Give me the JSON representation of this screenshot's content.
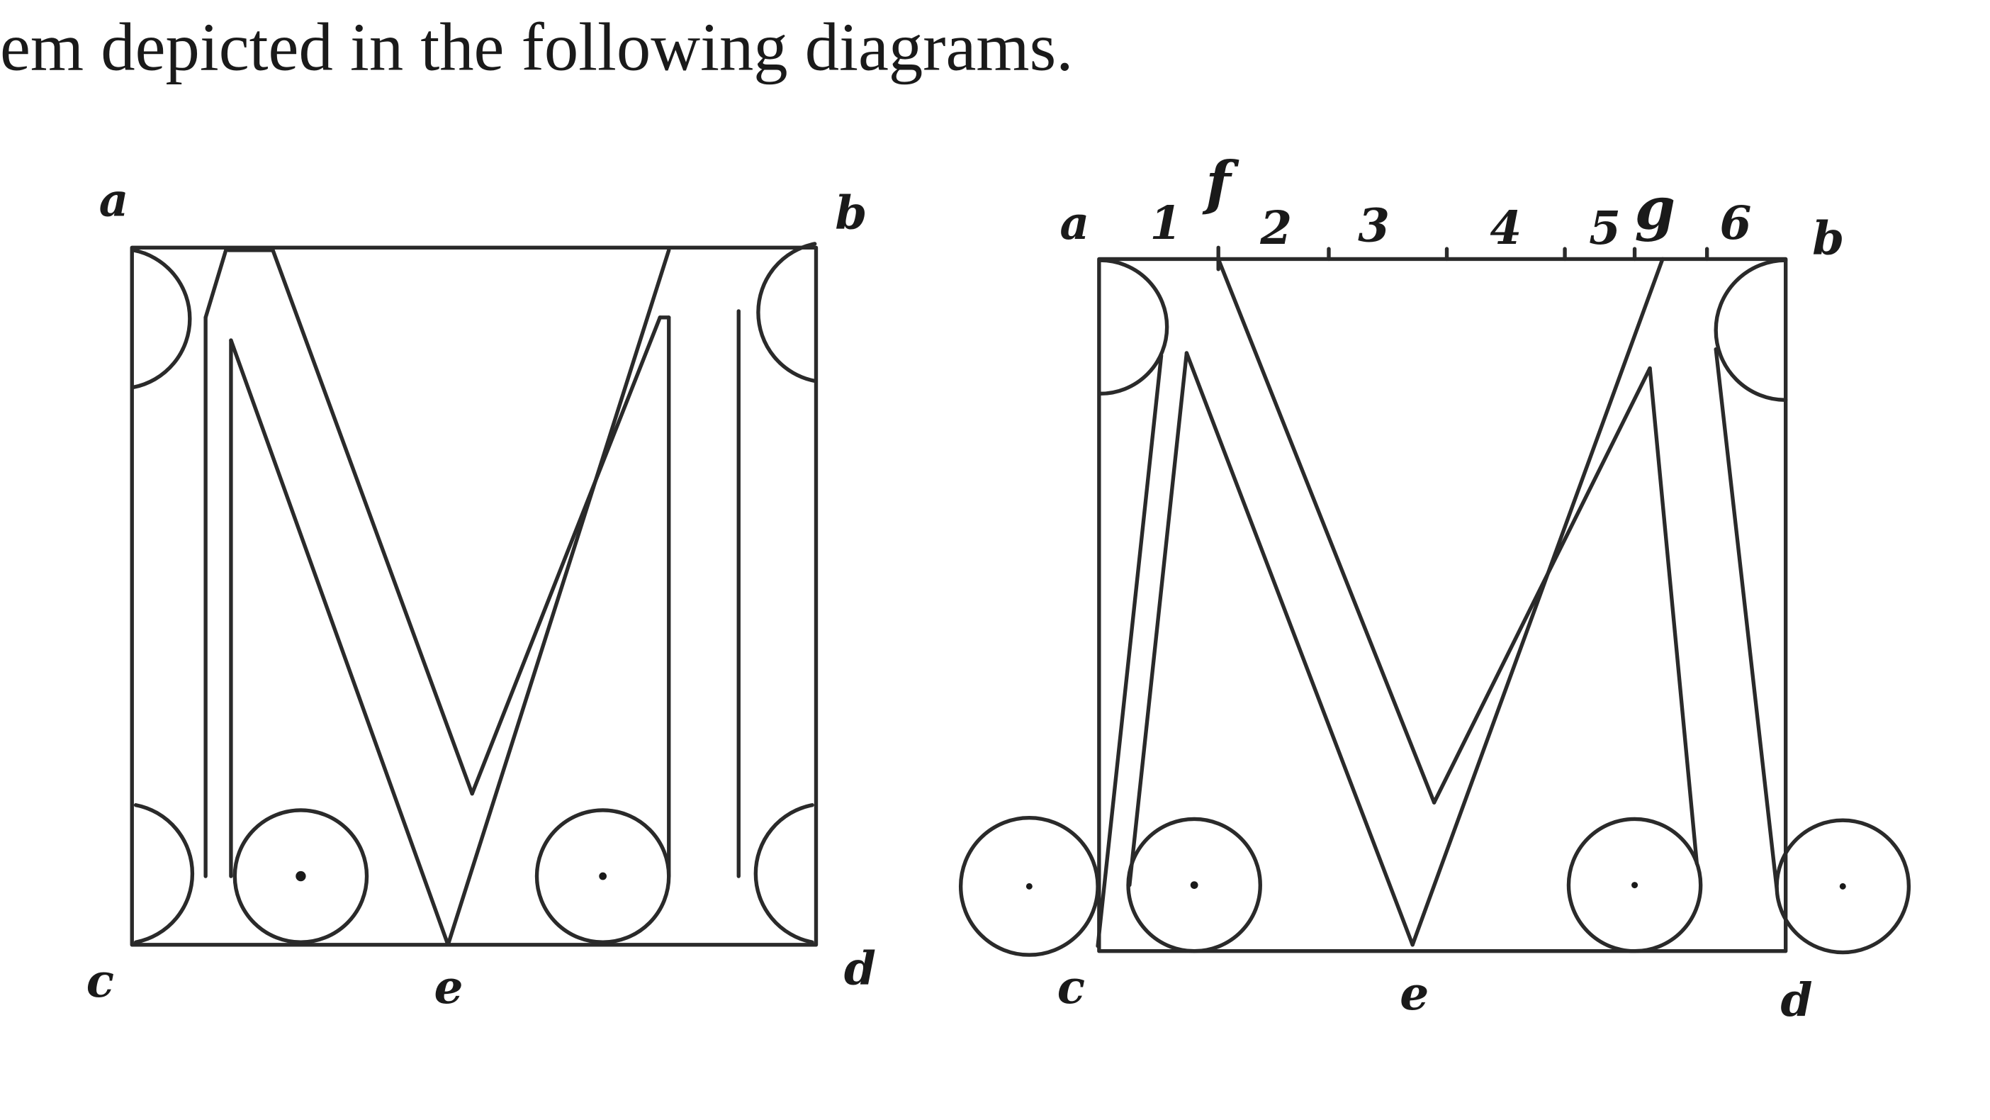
{
  "caption": "em depicted in the following diagrams.",
  "left_diagram": {
    "labels": {
      "a": "a",
      "b": "b",
      "c": "c",
      "d": "d",
      "e": "e"
    }
  },
  "right_diagram": {
    "labels": {
      "a": "a",
      "b": "b",
      "c": "c",
      "d": "d",
      "e": "e",
      "f": "f",
      "g": "g"
    },
    "scale": [
      "1",
      "2",
      "3",
      "4",
      "5",
      "6"
    ]
  }
}
